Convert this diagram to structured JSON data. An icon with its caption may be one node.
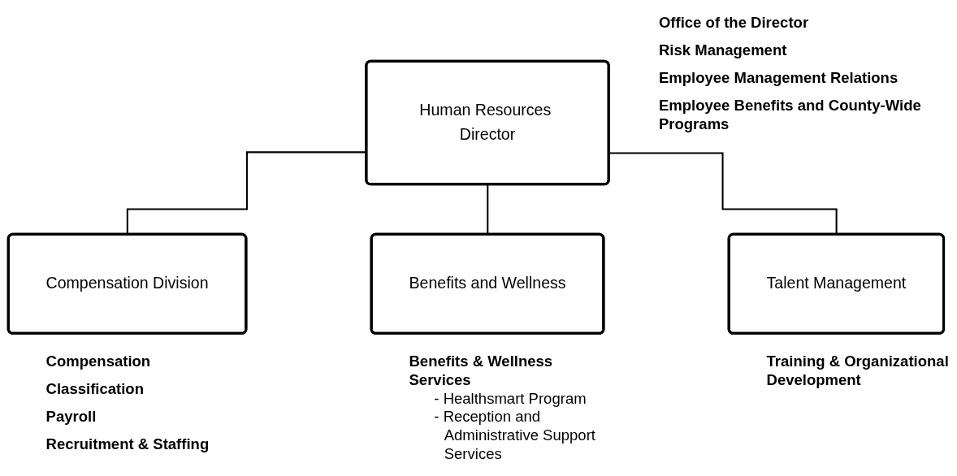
{
  "diagram": {
    "nodes": [
      {
        "text": [
          "Human Resources Director"
        ],
        "beside": [
          "Office of the Director",
          "Risk Management",
          "Employee Management Relations",
          "Employee Benefits and County-Wide Programs"
        ]
      },
      {
        "text": [
          "Compensation Division"
        ],
        "beside": [
          "Compensation",
          "Classification",
          "Payroll",
          "Recruitment & Staffing"
        ]
      },
      {
        "text": [
          "Benefits and Wellness"
        ],
        "beside": [
          "Benefits & Wellness Services",
          "- Healthsmart Program",
          "- Reception and Administrative Support Services"
        ]
      },
      {
        "text": [
          "Talent Management"
        ],
        "beside": [
          "Training & Organizational Development"
        ]
      }
    ],
    "edges": [
      {
        "from": 0,
        "to": 1,
        "arrow": "none"
      },
      {
        "from": 0,
        "to": 2,
        "arrow": "none"
      },
      {
        "from": 0,
        "to": 3,
        "arrow": "none"
      }
    ]
  }
}
